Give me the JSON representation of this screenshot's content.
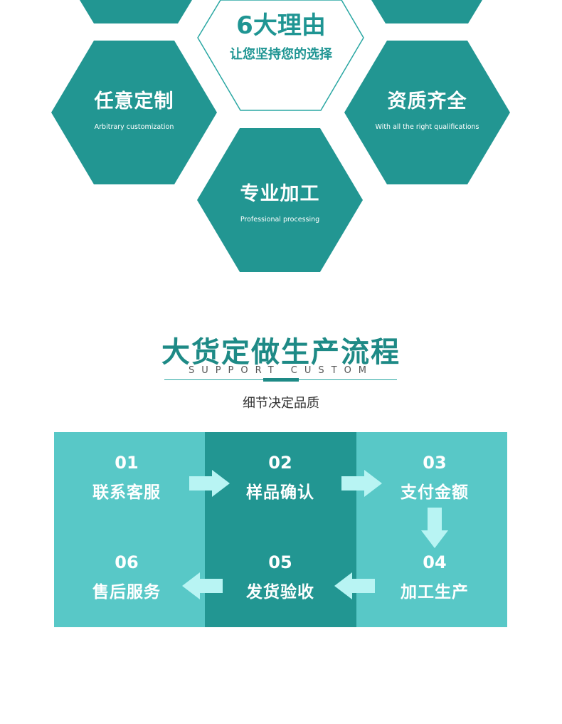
{
  "hexes": {
    "center": {
      "title": "6大理由",
      "subtitle": "让您坚持您的选择"
    },
    "left": {
      "title": "任意定制",
      "subtitle": "Arbitrary customization"
    },
    "right": {
      "title": "资质齐全",
      "subtitle": "With all the right qualifications"
    },
    "bottom": {
      "title": "专业加工",
      "subtitle": "Professional processing"
    }
  },
  "process": {
    "title": "大货定做生产流程",
    "english": "SUPPORT CUSTOM",
    "description": "细节决定品质",
    "steps": [
      {
        "num": "01",
        "label": "联系客服"
      },
      {
        "num": "02",
        "label": "样品确认"
      },
      {
        "num": "03",
        "label": "支付金额"
      },
      {
        "num": "04",
        "label": "加工生产"
      },
      {
        "num": "05",
        "label": "发货验收"
      },
      {
        "num": "06",
        "label": "售后服务"
      }
    ]
  },
  "colors": {
    "hex_fill": "#229692",
    "hex_outline": "#2aa7a3",
    "panel_light": "#58c8c7",
    "panel_dark": "#229692",
    "arrow": "#b8f4f3",
    "title": "#1e8a86"
  }
}
